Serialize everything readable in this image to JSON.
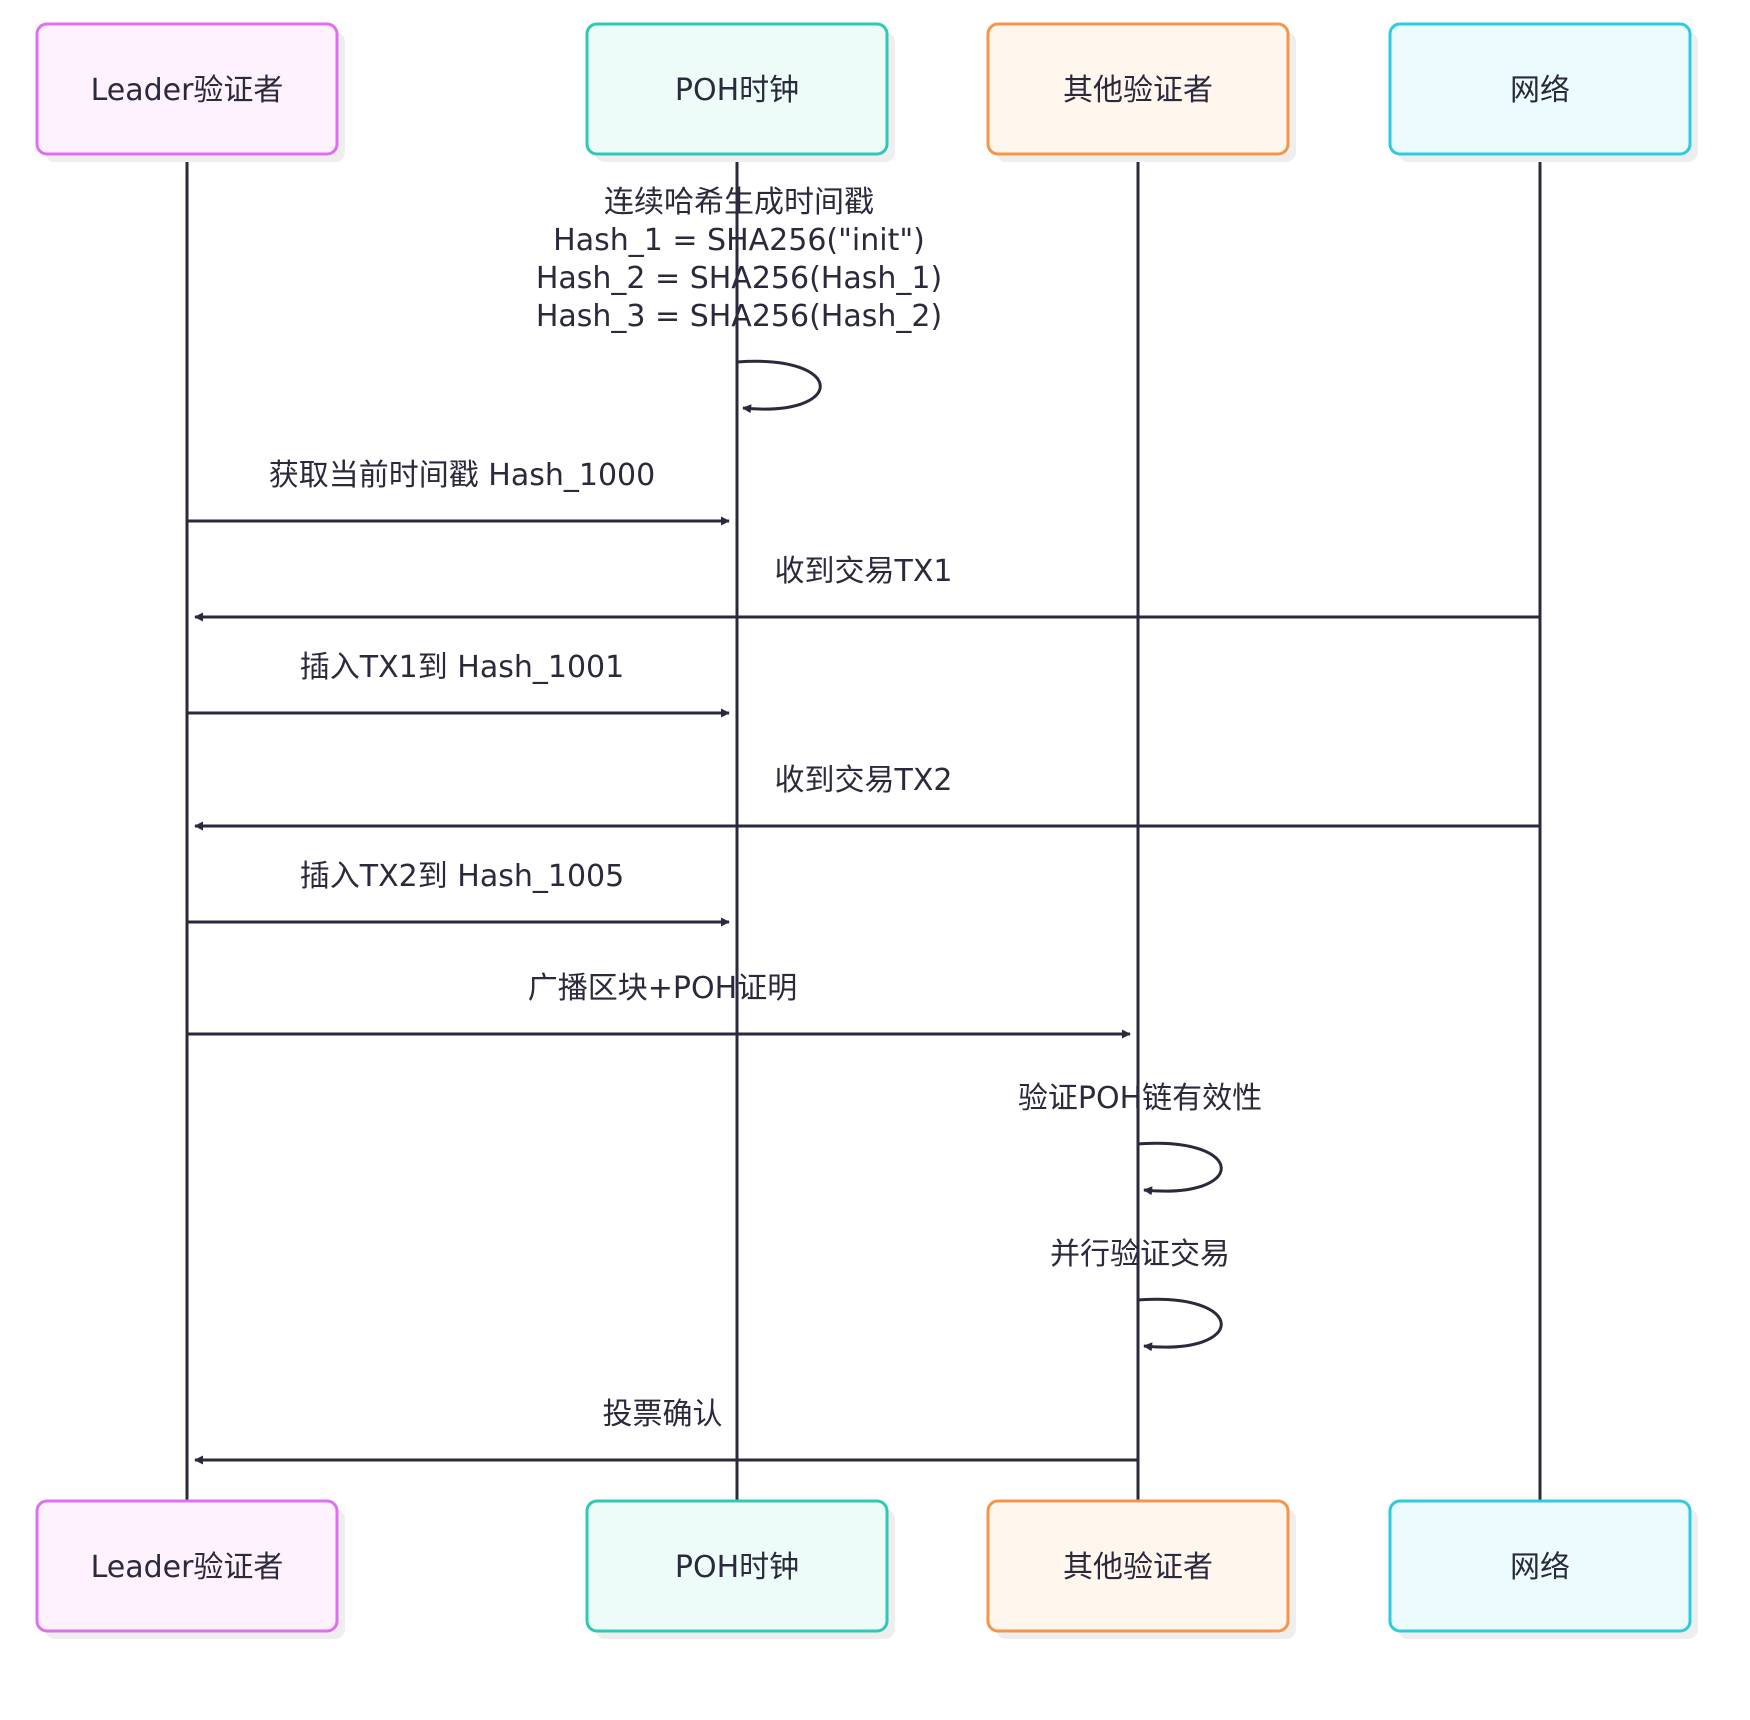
{
  "diagram": {
    "type": "sequence",
    "colors": {
      "line": "#2b2a3d",
      "text": "#2b2a3d"
    },
    "actors": [
      {
        "id": "leader",
        "label": "Leader验证者",
        "stroke": "#e06ef0",
        "fill": "#fdf2fe"
      },
      {
        "id": "poh",
        "label": "POH时钟",
        "stroke": "#2ec9b4",
        "fill": "#eefcf9"
      },
      {
        "id": "others",
        "label": "其他验证者",
        "stroke": "#f5954a",
        "fill": "#fff6ee"
      },
      {
        "id": "network",
        "label": "网络",
        "stroke": "#2ccbe0",
        "fill": "#ecfcfe"
      }
    ],
    "messages": [
      {
        "from": "poh",
        "to": "poh",
        "self": true,
        "lines": [
          "连续哈希生成时间戳",
          "Hash_1 = SHA256(\"init\")",
          "Hash_2 = SHA256(Hash_1)",
          "Hash_3 = SHA256(Hash_2)"
        ]
      },
      {
        "from": "leader",
        "to": "poh",
        "self": false,
        "lines": [
          "获取当前时间戳 Hash_1000"
        ]
      },
      {
        "from": "network",
        "to": "leader",
        "self": false,
        "lines": [
          "收到交易TX1"
        ]
      },
      {
        "from": "leader",
        "to": "poh",
        "self": false,
        "lines": [
          "插入TX1到 Hash_1001"
        ]
      },
      {
        "from": "network",
        "to": "leader",
        "self": false,
        "lines": [
          "收到交易TX2"
        ]
      },
      {
        "from": "leader",
        "to": "poh",
        "self": false,
        "lines": [
          "插入TX2到 Hash_1005"
        ]
      },
      {
        "from": "leader",
        "to": "others",
        "self": false,
        "lines": [
          "广播区块+POH证明"
        ]
      },
      {
        "from": "others",
        "to": "others",
        "self": true,
        "lines": [
          "验证POH链有效性"
        ]
      },
      {
        "from": "others",
        "to": "others",
        "self": true,
        "lines": [
          "并行验证交易"
        ]
      },
      {
        "from": "others",
        "to": "leader",
        "self": false,
        "lines": [
          "投票确认"
        ]
      }
    ]
  }
}
